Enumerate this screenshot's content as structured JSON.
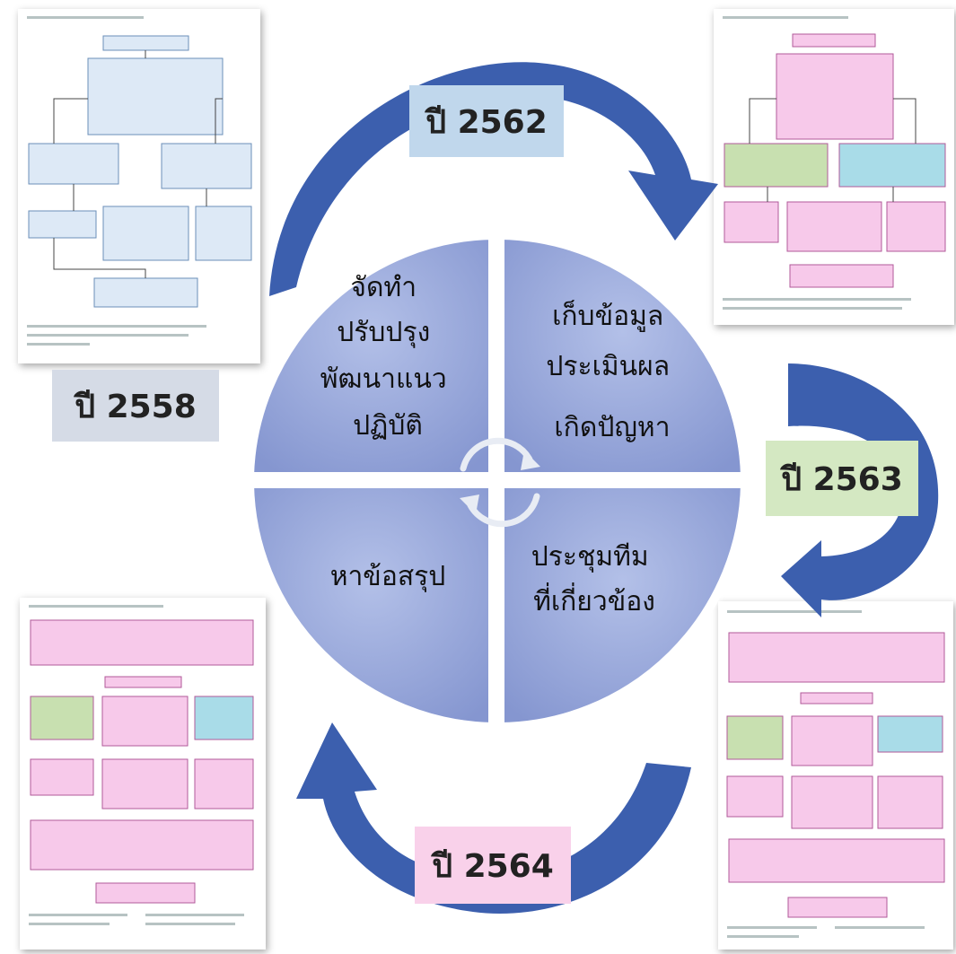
{
  "colors": {
    "arrow": "#3c5fae",
    "circle_fill": "#8fa2d8",
    "circle_gradient_light": "#b3c0e8",
    "year_2558_bg": "#d5dbe6",
    "year_2562_bg": "#c0d7ec",
    "year_2563_bg": "#d4e8c2",
    "year_2564_bg": "#f9d1ea",
    "box_blue": "#dde9f6",
    "box_pink": "#f7c9ea",
    "box_green": "#c8e0b0",
    "box_cyan": "#a9dce8"
  },
  "years": {
    "y2558": "ปี 2558",
    "y2562": "ปี 2562",
    "y2563": "ปี 2563",
    "y2564": "ปี 2564"
  },
  "quadrants": {
    "top_left": [
      "จัดทำ",
      "ปรับปรุง",
      "พัฒนาแนว",
      "ปฏิบัติ"
    ],
    "top_right": [
      "เก็บข้อมูล",
      "ประเมินผล",
      "เกิดปัญหา"
    ],
    "bottom_left": [
      "หาข้อสรุป"
    ],
    "bottom_right": [
      "ประชุมทีม",
      "ที่เกี่ยวข้อง"
    ]
  },
  "icons": [
    "cycle-refresh-icon",
    "curved-arrow-icon"
  ]
}
